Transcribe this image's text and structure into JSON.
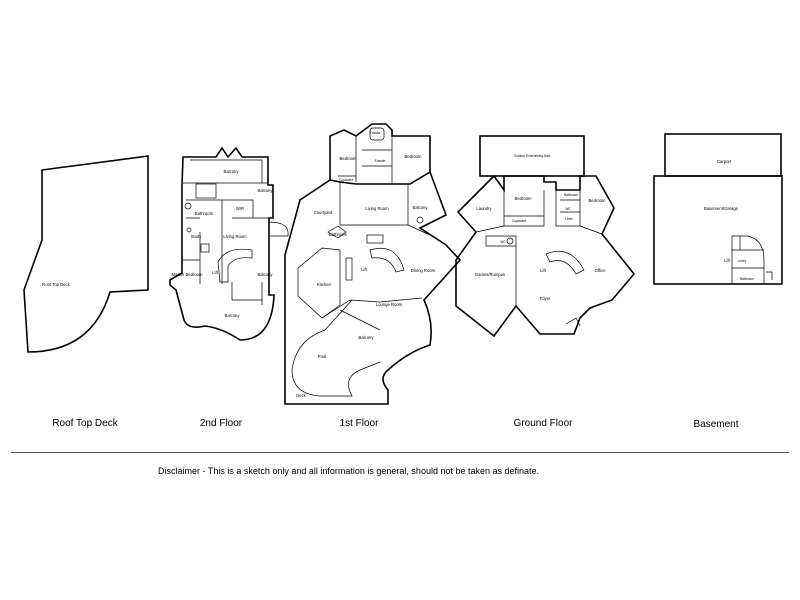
{
  "floors": {
    "roof_top_deck": {
      "name": "Roof Top Deck",
      "rooms": {
        "deck": "Roof Top Deck"
      }
    },
    "second_floor": {
      "name": "2nd Floor",
      "rooms": {
        "balcony_top": "Balcony",
        "balcony_right_top": "Balcony",
        "bathroom": "Bathroom",
        "wir": "WIR",
        "study": "Study",
        "living_room": "Living Room",
        "master_bedroom": "Master Bedroom",
        "lift": "Lift",
        "balcony_right": "Balcony",
        "balcony_bottom": "Balcony"
      }
    },
    "first_floor": {
      "name": "1st Floor",
      "rooms": {
        "ensuite_top": "Ensuite",
        "bedroom_left": "Bedroom",
        "bedroom_right": "Bedroom",
        "ensuite": "Ensuite",
        "cupboard": "Cupboard",
        "courtyard": "Courtyard",
        "living_room": "Living Room",
        "balcony_right": "Balcony",
        "bathroom": "Bathroom",
        "lift": "Lift",
        "kitchen": "Kitchen",
        "dining_room": "Dining Room",
        "lounge_room": "Lounge Room",
        "balcony": "Balcony",
        "pool": "Pool",
        "deck": "Deck"
      }
    },
    "ground_floor": {
      "name": "Ground Floor",
      "rooms": {
        "outdoor_entertaining": "Outdoor Entertaining Area",
        "laundry": "Laundry",
        "bedroom_mid": "Bedroom",
        "bathroom": "Bathroom",
        "wc_small": "WC",
        "bedroom_right": "Bedroom",
        "cupboard": "Cupboard",
        "linen": "Linen",
        "wc": "WC",
        "games_rumpus": "Games/Rumpus",
        "lift": "Lift",
        "office": "Office",
        "foyer": "Foyer"
      }
    },
    "basement": {
      "name": "Basement",
      "rooms": {
        "carport": "Carport",
        "basement_garage": "Basement/Garage",
        "lift": "Lift",
        "lobby": "Lobby",
        "bathroom": "Bathroom"
      }
    }
  },
  "disclaimer": "Disclaimer - This is a sketch only and all information is general, should not be taken as definate."
}
